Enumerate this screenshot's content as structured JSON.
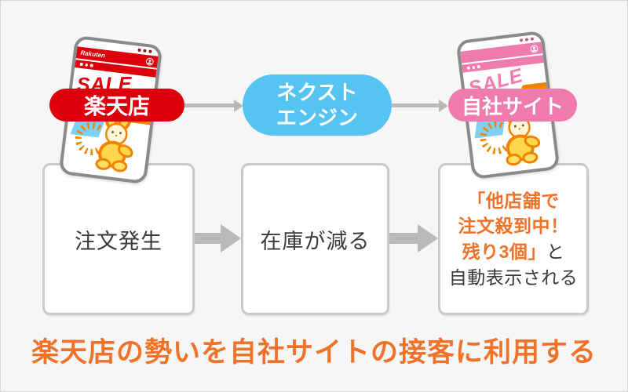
{
  "flow": {
    "rakuten_store": "楽天店",
    "next_engine_line1": "ネクスト",
    "next_engine_line2": "エンジン",
    "own_site": "自社サイト"
  },
  "phones": {
    "rakuten": {
      "logo": "Rakuten",
      "sale_banner": "SALE"
    },
    "own_site": {
      "sale_banner": "SALE"
    }
  },
  "steps": {
    "step1": "注文発生",
    "step2": "在庫が減る",
    "step3": {
      "highlight_line1": "「他店舗で",
      "highlight_line2": "注文殺到中！",
      "highlight_line3": "残り3個」",
      "plain_line3": "と",
      "plain_line4": "自動表示される"
    }
  },
  "caption": "楽天店の勢いを自社サイトの接客に利用する",
  "colors": {
    "rakuten_red": "#dc000c",
    "own_site_pink": "#ef7bae",
    "next_engine_blue": "#56c4f2",
    "highlight_orange": "#ef7228",
    "arrow_gray": "#b9b9b9",
    "background": "#f6f6f6"
  }
}
